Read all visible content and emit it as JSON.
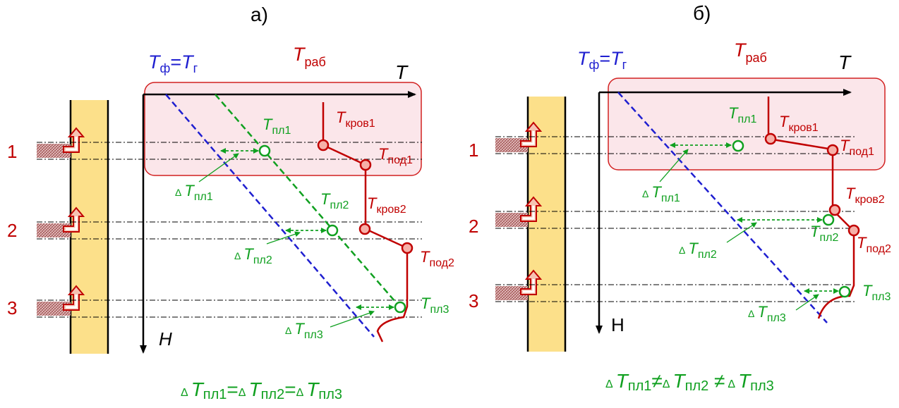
{
  "colors": {
    "blue": "#1f1fd0",
    "red": "#c00000",
    "green": "#10a020",
    "column_fill": "#fce08a",
    "zone_fill": "#fbe6ea",
    "zone_stroke": "#d22020",
    "perforation": "#b07070"
  },
  "panel_a": {
    "title": "а)",
    "label_tf": "T",
    "label_tf_sub": "ф",
    "label_eq": "=",
    "label_tg": "T",
    "label_tg_sub": "г",
    "label_trab": "T",
    "label_trab_sub": "раб",
    "axis_t": "T",
    "axis_h": "H",
    "layers": [
      "1",
      "2",
      "3"
    ],
    "tpl1": "T",
    "tpl1_sub": "пл1",
    "tpl2": "T",
    "tpl2_sub": "пл2",
    "tpl3": "T",
    "tpl3_sub": "пл3",
    "tkrov1": "T",
    "tkrov1_sub": "кров1",
    "tpod1": "T",
    "tpod1_sub": "под1",
    "tkrov2": "T",
    "tkrov2_sub": "кров2",
    "tpod2": "T",
    "tpod2_sub": "под2",
    "dtpl1_delta": "Δ",
    "dtpl1": "T",
    "dtpl1_sub": "пл1",
    "dtpl2_delta": "Δ",
    "dtpl2": "T",
    "dtpl2_sub": "пл2",
    "dtpl3_delta": "Δ",
    "dtpl3": "T",
    "dtpl3_sub": "пл3",
    "formula": {
      "d1": "Δ",
      "t1": "T",
      "s1": "пл1",
      "op1": "=",
      "d2": "Δ",
      "t2": "T",
      "s2": "пл2",
      "op2": "=",
      "d3": "Δ",
      "t3": "T",
      "s3": "пл3"
    }
  },
  "panel_b": {
    "title": "б)",
    "label_tf": "T",
    "label_tf_sub": "ф",
    "label_eq": "=",
    "label_tg": "T",
    "label_tg_sub": "г",
    "label_trab": "T",
    "label_trab_sub": "раб",
    "axis_t": "T",
    "axis_h": "Н",
    "layers": [
      "1",
      "2",
      "3"
    ],
    "tpl1": "T",
    "tpl1_sub": "пл1",
    "tpl2": "T",
    "tpl2_sub": "пл2",
    "tpl3": "T",
    "tpl3_sub": "пл3",
    "tkrov1": "T",
    "tkrov1_sub": "кров1",
    "tpod1": "T",
    "tpod1_sub": "под1",
    "tkrov2": "T",
    "tkrov2_sub": "кров2",
    "tpod2": "T",
    "tpod2_sub": "под2",
    "dtpl1_delta": "Δ",
    "dtpl1": "T",
    "dtpl1_sub": "пл1",
    "dtpl2_delta": "Δ",
    "dtpl2": "T",
    "dtpl2_sub": "пл2",
    "dtpl3_delta": "Δ",
    "dtpl3": "T",
    "dtpl3_sub": "пл3",
    "formula": {
      "d1": "Δ",
      "t1": "T",
      "s1": "пл1",
      "op1": "≠",
      "d2": "Δ",
      "t2": "T",
      "s2": "пл2",
      "op2": " ≠",
      "d3": "Δ",
      "t3": "T",
      "s3": "пл3"
    }
  }
}
